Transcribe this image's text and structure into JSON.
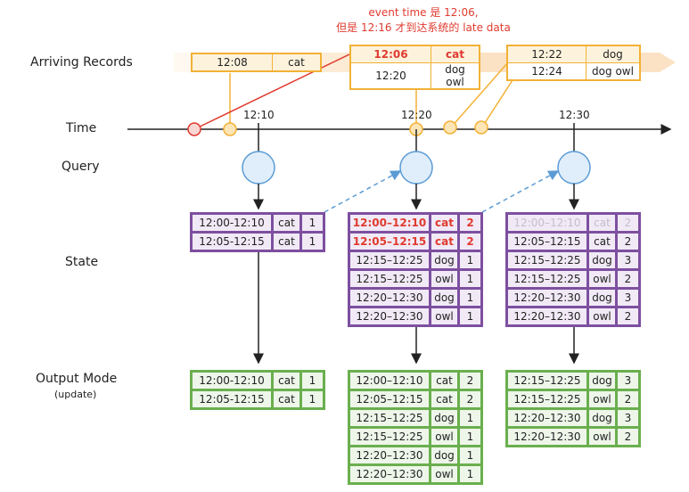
{
  "labels": {
    "arriving": "Arriving Records",
    "time": "Time",
    "query": "Query",
    "state": "State",
    "output": "Output Mode",
    "output_sub": "(update)"
  },
  "annotation": {
    "line1": "event time 是 12:06,",
    "line2": "但是 12:16 才到达系统的 late data"
  },
  "ticks": [
    "12:10",
    "12:20",
    "12:30"
  ],
  "records": {
    "r1": [
      [
        "12:08",
        "cat"
      ]
    ],
    "r2": [
      [
        "12:06",
        "cat"
      ],
      [
        "12:20",
        "dog owl"
      ]
    ],
    "r3": [
      [
        "12:22",
        "dog"
      ],
      [
        "12:24",
        "dog owl"
      ]
    ]
  },
  "state": {
    "s1": [
      [
        "12:00-12:10",
        "cat",
        "1"
      ],
      [
        "12:05-12:15",
        "cat",
        "1"
      ]
    ],
    "s2": [
      [
        "12:00–12:10",
        "cat",
        "2"
      ],
      [
        "12:05–12:15",
        "cat",
        "2"
      ],
      [
        "12:15–12:25",
        "dog",
        "1"
      ],
      [
        "12:15–12:25",
        "owl",
        "1"
      ],
      [
        "12:20–12:30",
        "dog",
        "1"
      ],
      [
        "12:20–12:30",
        "owl",
        "1"
      ]
    ],
    "s3": [
      [
        "12:00–12:10",
        "cat",
        "2"
      ],
      [
        "12:05–12:15",
        "cat",
        "2"
      ],
      [
        "12:15–12:25",
        "dog",
        "3"
      ],
      [
        "12:15–12:25",
        "owl",
        "2"
      ],
      [
        "12:20–12:30",
        "dog",
        "3"
      ],
      [
        "12:20–12:30",
        "owl",
        "2"
      ]
    ]
  },
  "output": {
    "o1": [
      [
        "12:00-12:10",
        "cat",
        "1"
      ],
      [
        "12:05-12:15",
        "cat",
        "1"
      ]
    ],
    "o2": [
      [
        "12:00–12:10",
        "cat",
        "2"
      ],
      [
        "12:05–12:15",
        "cat",
        "2"
      ],
      [
        "12:15–12:25",
        "dog",
        "1"
      ],
      [
        "12:15–12:25",
        "owl",
        "1"
      ],
      [
        "12:20–12:30",
        "dog",
        "1"
      ],
      [
        "12:20–12:30",
        "owl",
        "1"
      ]
    ],
    "o3": [
      [
        "12:15–12:25",
        "dog",
        "3"
      ],
      [
        "12:15–12:25",
        "owl",
        "2"
      ],
      [
        "12:20–12:30",
        "dog",
        "3"
      ],
      [
        "12:20–12:30",
        "owl",
        "2"
      ]
    ]
  },
  "colors": {
    "late": "#e03a2f",
    "record": "#f2b136",
    "state": "#7d4fa0",
    "output": "#6aaf4e",
    "query": "#5b9bd5"
  }
}
